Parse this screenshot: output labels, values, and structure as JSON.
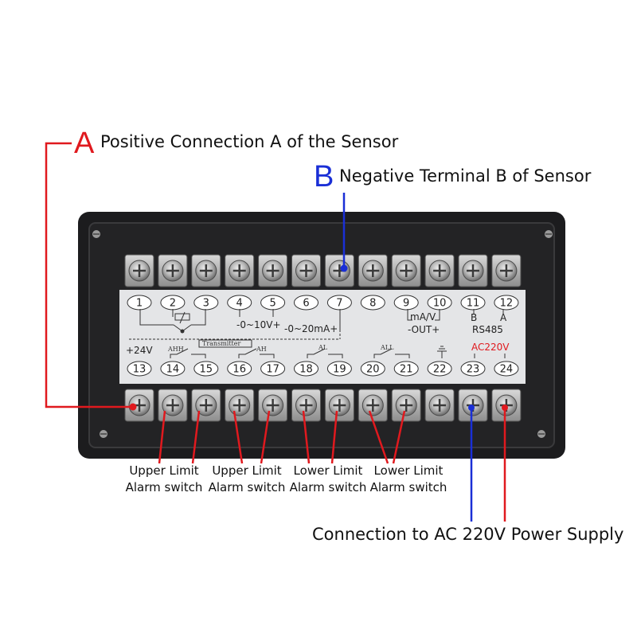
{
  "callouts": {
    "a": {
      "letter": "A",
      "text": "Positive Connection A of the Sensor",
      "color": "#e0191e"
    },
    "b": {
      "letter": "B",
      "text": "Negative Terminal B of Sensor",
      "color": "#1a2fd6"
    }
  },
  "alarm_labels": [
    {
      "line1": "Upper Limit",
      "line2": "Alarm switch"
    },
    {
      "line1": "Upper Limit",
      "line2": "Alarm switch"
    },
    {
      "line1": "Lower Limit",
      "line2": "Alarm switch"
    },
    {
      "line1": "Lower Limit",
      "line2": "Alarm switch"
    }
  ],
  "power_label": "Connection to AC 220V Power Supply",
  "panel": {
    "top_numbers": [
      "1",
      "2",
      "3",
      "4",
      "5",
      "6",
      "7",
      "8",
      "9",
      "10",
      "11",
      "12"
    ],
    "bottom_numbers": [
      "13",
      "14",
      "15",
      "16",
      "17",
      "18",
      "19",
      "20",
      "21",
      "22",
      "23",
      "24"
    ],
    "range_v": "-0~10V+",
    "range_ma": "-0~20mA+",
    "out_unit": "mA/V",
    "out_label": "-OUT+",
    "rs485_b": "B",
    "rs485_a": "A",
    "rs485_label": "RS485",
    "plus24": "+24V",
    "transmitter": "Transmitter",
    "ahh": "AHH",
    "ah": "AH",
    "al": "AL",
    "all": "ALL",
    "ac220": "AC220V"
  },
  "colors": {
    "red": "#e0191e",
    "blue": "#1a2fd6",
    "housing": "#1c1c1e",
    "plate": "#e4e5e7"
  }
}
